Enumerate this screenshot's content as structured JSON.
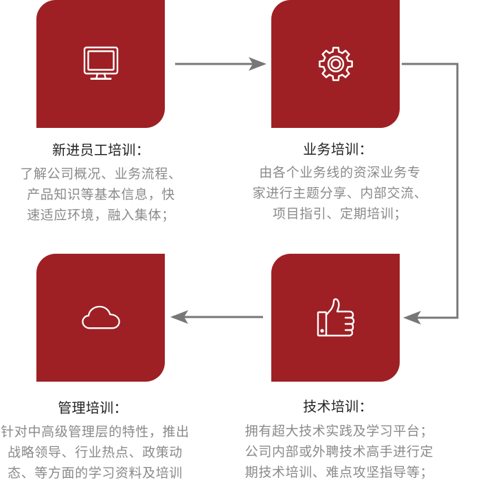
{
  "flow": {
    "steps": [
      {
        "icon": "monitor-icon",
        "title": "新进员工培训：",
        "lines": [
          "了解公司概况、业务流程、",
          "产品知识等基本信息，快",
          "速适应环境，融入集体；"
        ]
      },
      {
        "icon": "gear-icon",
        "title": "业务培训：",
        "lines": [
          "由各个业务线的资深业务专",
          "家进行主题分享、内部交流、",
          "项目指引、定期培训；"
        ]
      },
      {
        "icon": "thumbs-up-icon",
        "title": "技术培训：",
        "lines": [
          "拥有超大技术实践及学习平台；",
          "公司内部或外聘技术高手进行定",
          "期技术培训、难点攻坚指导等；"
        ]
      },
      {
        "icon": "cloud-icon",
        "title": "管理培训：",
        "lines": [
          "针对中高级管理层的特性，推出",
          "战略领导、行业热点、政策动",
          "态、等方面的学习资料及培训"
        ]
      }
    ]
  },
  "colors": {
    "tile": "#9e2024",
    "arrow": "#777777",
    "title_text": "#222222",
    "body_text": "#8a8a8a",
    "icon": "#ffffff"
  }
}
